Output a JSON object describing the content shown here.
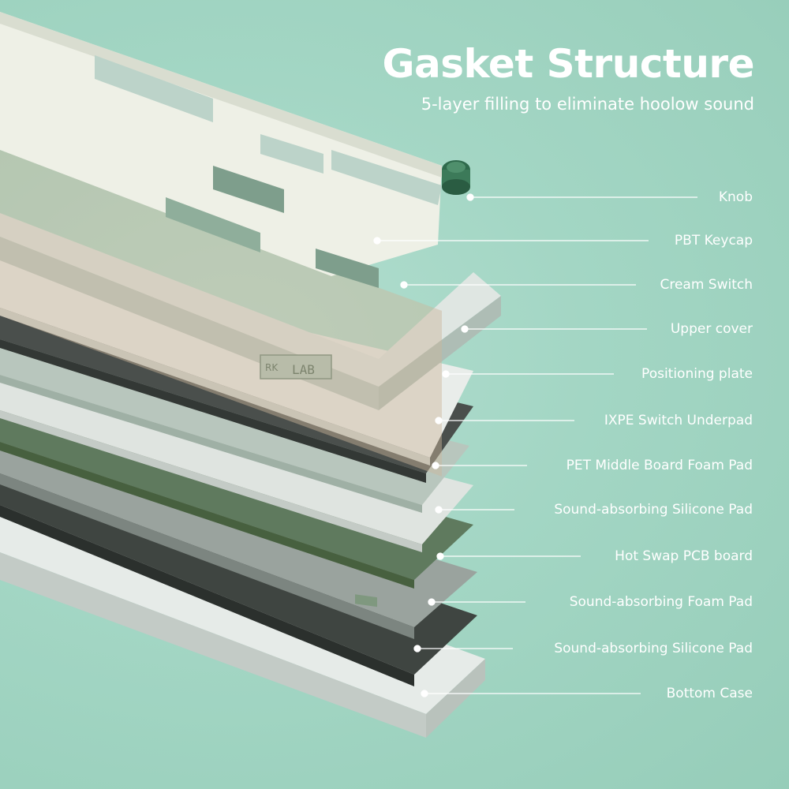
{
  "header": {
    "title": "Gasket Structure",
    "subtitle": "5-layer filling to eliminate hoolow sound"
  },
  "callouts": [
    {
      "label": "Knob"
    },
    {
      "label": "PBT Keycap"
    },
    {
      "label": "Cream Switch"
    },
    {
      "label": "Upper cover"
    },
    {
      "label": "Positioning plate"
    },
    {
      "label": "IXPE Switch Underpad"
    },
    {
      "label": "PET Middle Board Foam Pad"
    },
    {
      "label": "Sound-absorbing  Silicone Pad"
    },
    {
      "label": "Hot Swap PCB board"
    },
    {
      "label": "Sound-absorbing  Foam Pad"
    },
    {
      "label": "Sound-absorbing  Silicone Pad"
    },
    {
      "label": "Bottom Case"
    }
  ],
  "badge": {
    "text": "LAB"
  },
  "colors": {
    "background": "#a3d6c4",
    "text": "#ffffff",
    "keycap_cream": "#eef0e6",
    "keycap_sage": "#bcd3c9",
    "keycap_green": "#7e9e8c",
    "switch_beige": "#d9c6b1",
    "plate_white": "#e8ece9",
    "underpad_dark": "#4a4f4c",
    "pcb_green": "#607a5e",
    "foam_dark": "#3c413e",
    "case_light": "#dfe5e1"
  }
}
